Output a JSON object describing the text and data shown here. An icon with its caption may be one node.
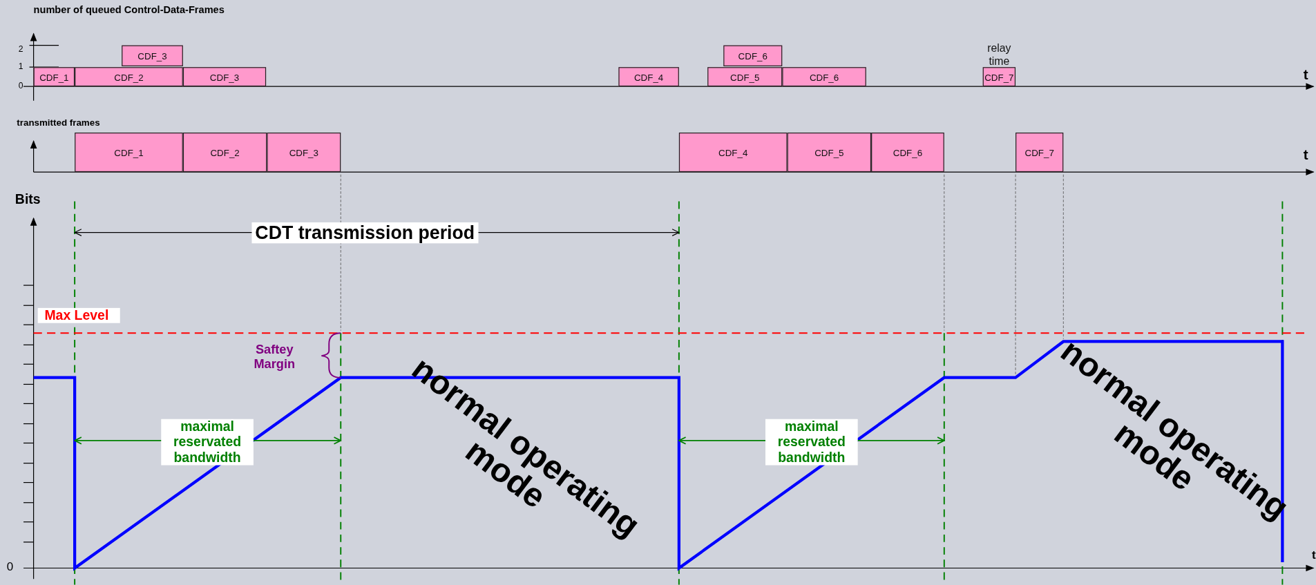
{
  "diagram": {
    "nodes": [
      {
        "text": [
          "CDF_1"
        ]
      },
      {
        "text": [
          "CDF_2"
        ]
      },
      {
        "text": [
          "CDF_3"
        ]
      },
      {
        "text": [
          "CDF_3"
        ]
      },
      {
        "text": [
          "CDF_4"
        ]
      },
      {
        "text": [
          "CDF_6"
        ]
      },
      {
        "text": [
          "CDF_5"
        ]
      },
      {
        "text": [
          "CDF_6"
        ]
      },
      {
        "text": [
          "CDF_7"
        ],
        "beside": [
          "relay time"
        ]
      },
      {
        "text": [
          "CDF_1"
        ]
      },
      {
        "text": [
          "CDF_2"
        ]
      },
      {
        "text": [
          "CDF_3"
        ]
      },
      {
        "text": [
          "CDF_4"
        ]
      },
      {
        "text": [
          "CDF_5"
        ]
      },
      {
        "text": [
          "CDF_6"
        ]
      },
      {
        "text": [
          "CDF_7"
        ]
      }
    ],
    "edges": [],
    "labels": [
      "number of queued  Control-Data-Frames",
      "2",
      "1",
      "0",
      "t",
      "transmitted frames",
      "t",
      "Bits",
      "CDT transmission period",
      "Max Level",
      "Saftey Margin",
      "maximal reservated bandwidth",
      "normal operating mode",
      "maximal reservated bandwidth",
      "normal operating mode",
      "0",
      "t"
    ]
  }
}
